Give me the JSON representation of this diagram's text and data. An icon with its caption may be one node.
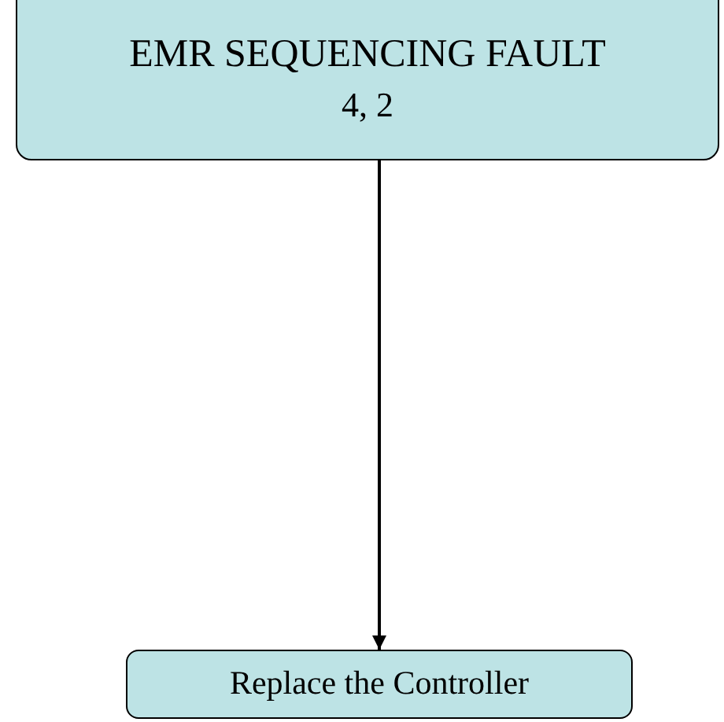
{
  "diagram": {
    "nodes": [
      {
        "text": [
          "EMR SEQUENCING FAULT",
          "4, 2"
        ]
      },
      {
        "text": [
          "Replace the Controller"
        ]
      }
    ],
    "edges": [
      {
        "from": 0,
        "to": 1,
        "arrow": "to"
      }
    ]
  }
}
